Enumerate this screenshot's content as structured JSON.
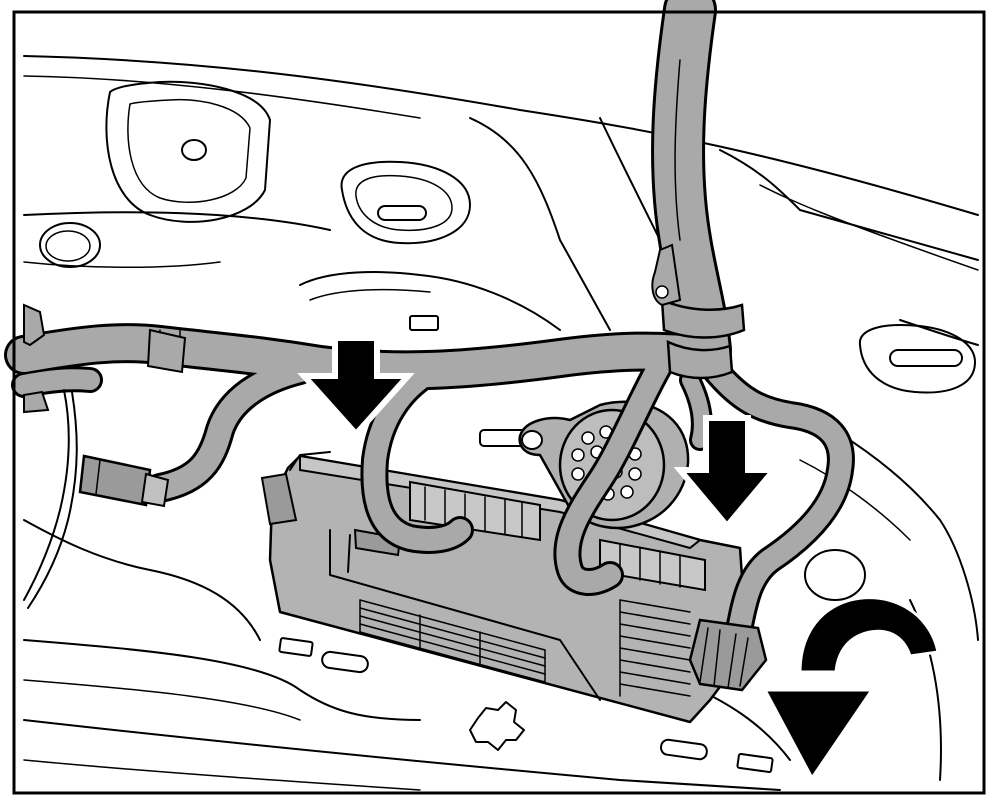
{
  "figure": {
    "colors": {
      "background": "#ffffff",
      "line": "#000000",
      "component_fill": "#b3b3b3",
      "harness_fill": "#a9a9a9",
      "arrow_fill": "#000000",
      "arrow_outline": "#ffffff"
    },
    "elements": {
      "frame": "border",
      "body_panel": "floor-panel",
      "control_module": "control-module",
      "wiring_harness": "wiring-harness",
      "round_connector": "round-multi-pin-connector",
      "press_arrows": [
        "down-arrow",
        "down-arrow"
      ],
      "rotation_arrow": "curved-arrow"
    }
  }
}
